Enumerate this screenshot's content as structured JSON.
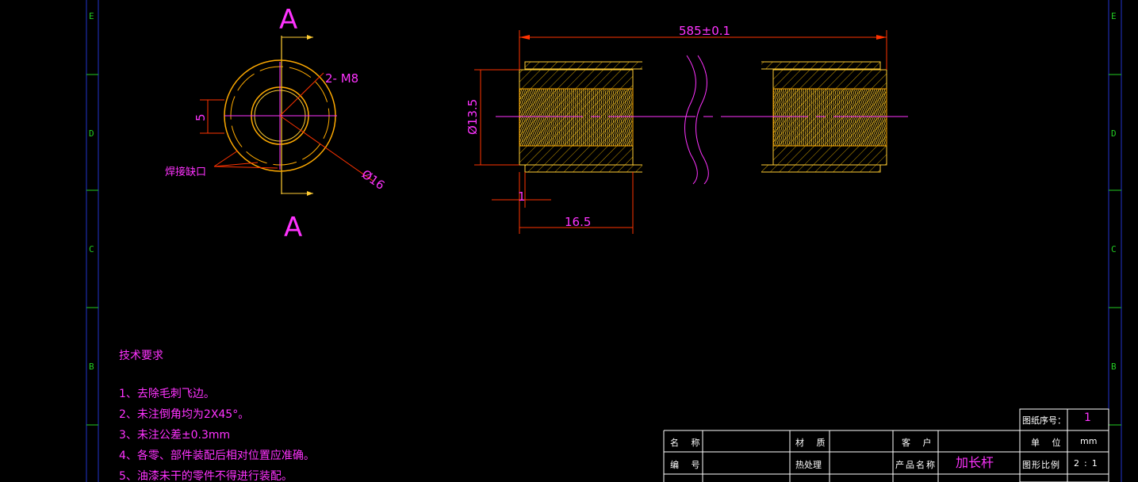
{
  "section_labels": {
    "top": "A",
    "bottom": "A"
  },
  "end_view": {
    "hole_label": "2- M8",
    "diam_label": "Ø16",
    "dim_5": "5",
    "weld_label": "焊接缺口"
  },
  "side_view": {
    "length_label": "585±0.1",
    "dia_label": "Ø13.5",
    "dim_1": "1",
    "dim_16_5": "16.5"
  },
  "notes": {
    "title": "技术要求",
    "items": [
      "1、去除毛刺飞边。",
      "2、未注倒角均为2X45°。",
      "3、未注公差±0.3mm",
      "4、各零、部件装配后相对位置应准确。",
      "5、油漆未干的零件不得进行装配。"
    ]
  },
  "title_block": {
    "drawing_no_label": "图纸序号：",
    "drawing_no": "1",
    "unit_label": "单 位",
    "unit": "mm",
    "scale_label": "图形比例",
    "scale": "2:1",
    "name_label": "名 称",
    "material_label": "材 质",
    "customer_label": "客 户",
    "number_label": "编 号",
    "heat_label": "热处理",
    "product_label": "产品名称",
    "product_name": "加长杆"
  },
  "zones": {
    "left": [
      "E",
      "D",
      "C",
      "B"
    ],
    "right": [
      "E",
      "D",
      "C",
      "B"
    ]
  },
  "colors": {
    "magenta": "#ff33ff",
    "yellow": "#ffdd00",
    "red": "#ff3300",
    "white": "#ffffff",
    "green": "#22cc22",
    "hatch": "#c89a00"
  }
}
